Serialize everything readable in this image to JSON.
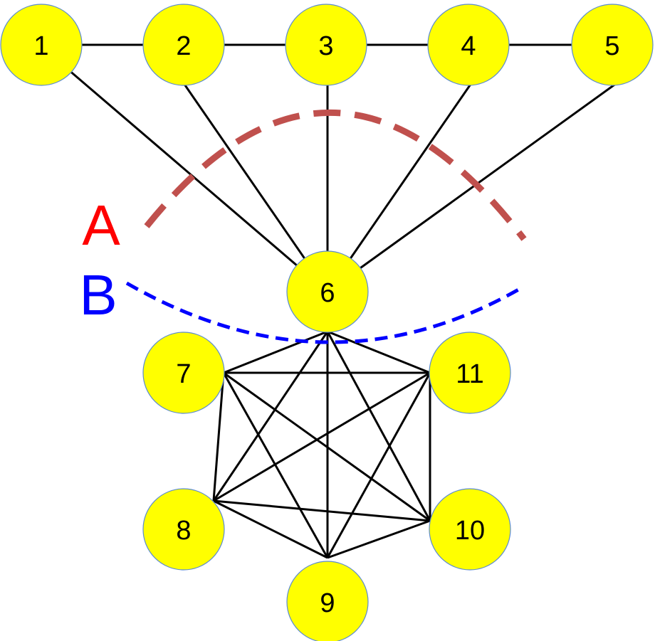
{
  "nodes": [
    {
      "id": "1",
      "label": "1"
    },
    {
      "id": "2",
      "label": "2"
    },
    {
      "id": "3",
      "label": "3"
    },
    {
      "id": "4",
      "label": "4"
    },
    {
      "id": "5",
      "label": "5"
    },
    {
      "id": "6",
      "label": "6"
    },
    {
      "id": "7",
      "label": "7"
    },
    {
      "id": "8",
      "label": "8"
    },
    {
      "id": "9",
      "label": "9"
    },
    {
      "id": "10",
      "label": "10"
    },
    {
      "id": "11",
      "label": "11"
    }
  ],
  "edges": [
    [
      "1",
      "2"
    ],
    [
      "2",
      "3"
    ],
    [
      "3",
      "4"
    ],
    [
      "4",
      "5"
    ],
    [
      "1",
      "6"
    ],
    [
      "2",
      "6"
    ],
    [
      "3",
      "6"
    ],
    [
      "4",
      "6"
    ],
    [
      "5",
      "6"
    ],
    [
      "6",
      "7"
    ],
    [
      "6",
      "8"
    ],
    [
      "6",
      "9"
    ],
    [
      "6",
      "10"
    ],
    [
      "6",
      "11"
    ],
    [
      "7",
      "8"
    ],
    [
      "7",
      "9"
    ],
    [
      "7",
      "10"
    ],
    [
      "7",
      "11"
    ],
    [
      "8",
      "9"
    ],
    [
      "8",
      "10"
    ],
    [
      "8",
      "11"
    ],
    [
      "9",
      "10"
    ],
    [
      "9",
      "11"
    ],
    [
      "10",
      "11"
    ]
  ],
  "cuts": {
    "a": {
      "label": "A",
      "color": "#ff0000",
      "arc_color": "#c0504d"
    },
    "b": {
      "label": "B",
      "color": "#0000ff",
      "arc_color": "#0000ff"
    }
  },
  "colors": {
    "node_fill": "#ffff00",
    "node_outline": "#5b8bd0",
    "edge": "#000000"
  }
}
